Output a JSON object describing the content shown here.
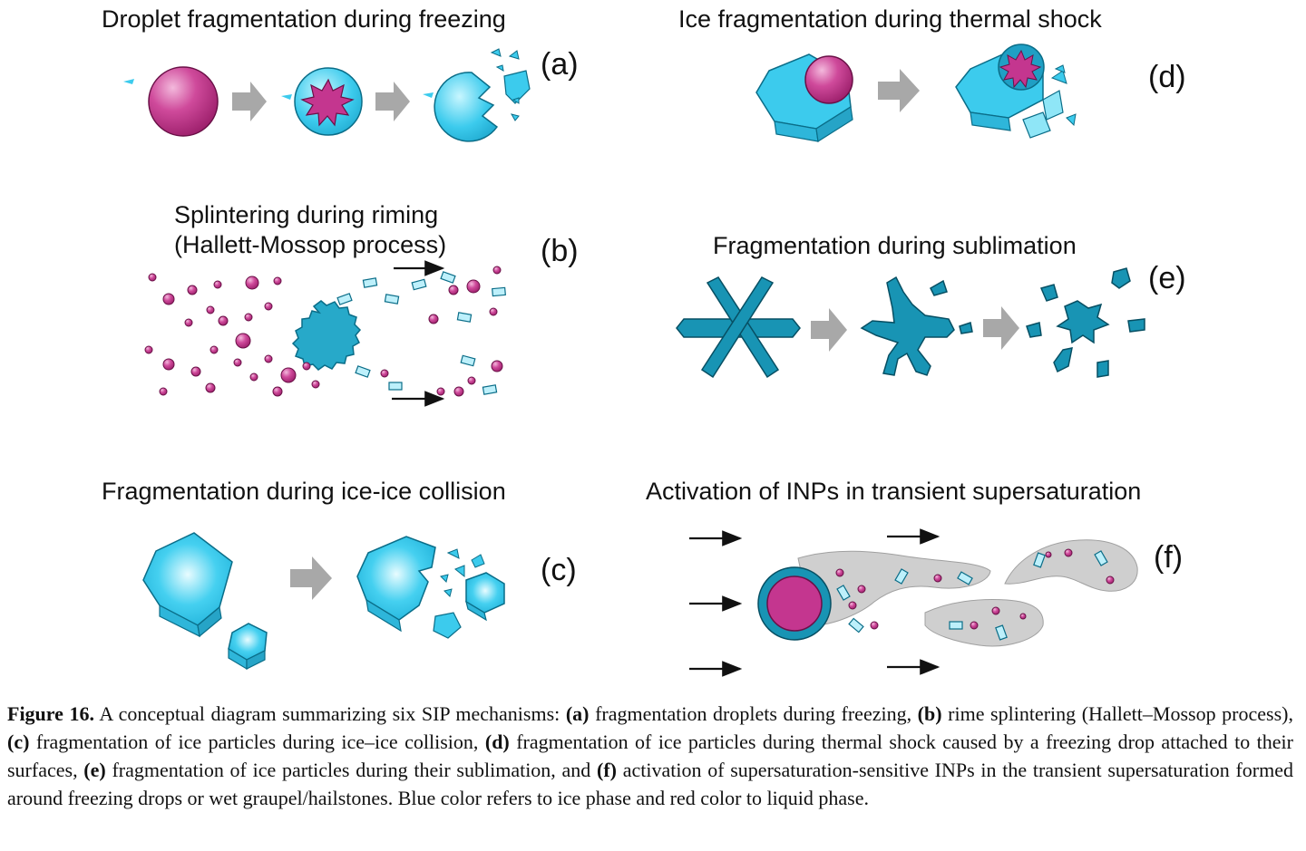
{
  "panels": {
    "a": {
      "title": "Droplet fragmentation during freezing",
      "label": "(a)"
    },
    "b": {
      "title_line1": "Splintering during riming",
      "title_line2": "(Hallett-Mossop process)",
      "label": "(b)"
    },
    "c": {
      "title": "Fragmentation during ice-ice collision",
      "label": "(c)"
    },
    "d": {
      "title": "Ice fragmentation during thermal shock",
      "label": "(d)"
    },
    "e": {
      "title": "Fragmentation during sublimation",
      "label": "(e)"
    },
    "f": {
      "title": "Activation of INPs in transient supersaturation",
      "label": "(f)"
    }
  },
  "colors": {
    "ice": "#3ccbed",
    "ice_dark": "#1a9fbf",
    "liquid": "#c4368f",
    "snow": "#1894b4",
    "arrow_gray": "#a8a8a8",
    "cloud_gray": "#cfcfcf"
  },
  "caption": {
    "fig_label": "Figure 16.",
    "intro": " A conceptual diagram summarizing six SIP mechanisms: ",
    "a_tag": "(a)",
    "a_text": " fragmentation droplets during freezing, ",
    "b_tag": "(b)",
    "b_text": " rime splintering (Hallett–Mossop process), ",
    "c_tag": "(c)",
    "c_text": " fragmentation of ice particles during ice–ice collision, ",
    "d_tag": "(d)",
    "d_text": " fragmentation of ice particles during thermal shock caused by a freezing drop attached to their surfaces, ",
    "e_tag": "(e)",
    "e_text": " fragmentation of ice particles during their sublimation, and ",
    "f_tag": "(f)",
    "f_text": " activation of supersaturation-sensitive INPs in the transient supersaturation formed around freezing drops or wet graupel/hailstones. Blue color refers to ice phase and red color to liquid phase."
  }
}
